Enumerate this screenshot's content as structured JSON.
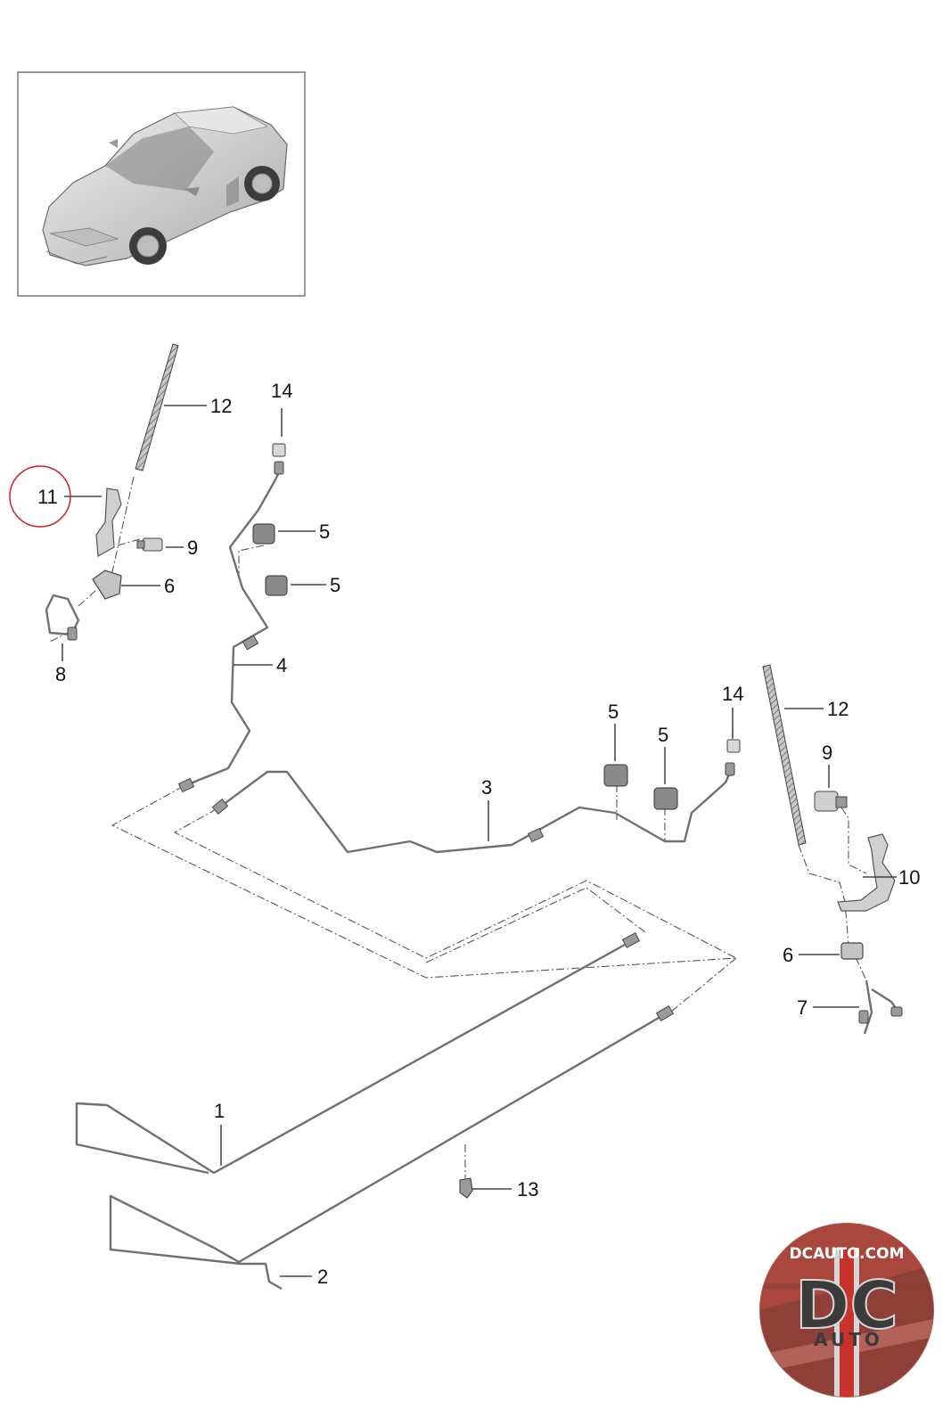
{
  "diagram": {
    "callouts": {
      "c1": "1",
      "c2": "2",
      "c3": "3",
      "c4": "4",
      "c5a": "5",
      "c5b": "5",
      "c5c": "5",
      "c5d": "5",
      "c6a": "6",
      "c6b": "6",
      "c7": "7",
      "c8": "8",
      "c9a": "9",
      "c9b": "9",
      "c10": "10",
      "c11": "11",
      "c12a": "12",
      "c12b": "12",
      "c13": "13",
      "c14a": "14",
      "c14b": "14"
    },
    "highlighted_callout": "11",
    "highlight_color": "#cc2222"
  },
  "logo": {
    "top_text": "DCAUTO.COM",
    "main_text": "DC",
    "sub_text": "AUTO",
    "colors": {
      "red": "#c8332b",
      "dark": "#3b3b3b",
      "silver": "#d7d7d7"
    }
  },
  "colors": {
    "line": "#555555",
    "text": "#111111"
  }
}
